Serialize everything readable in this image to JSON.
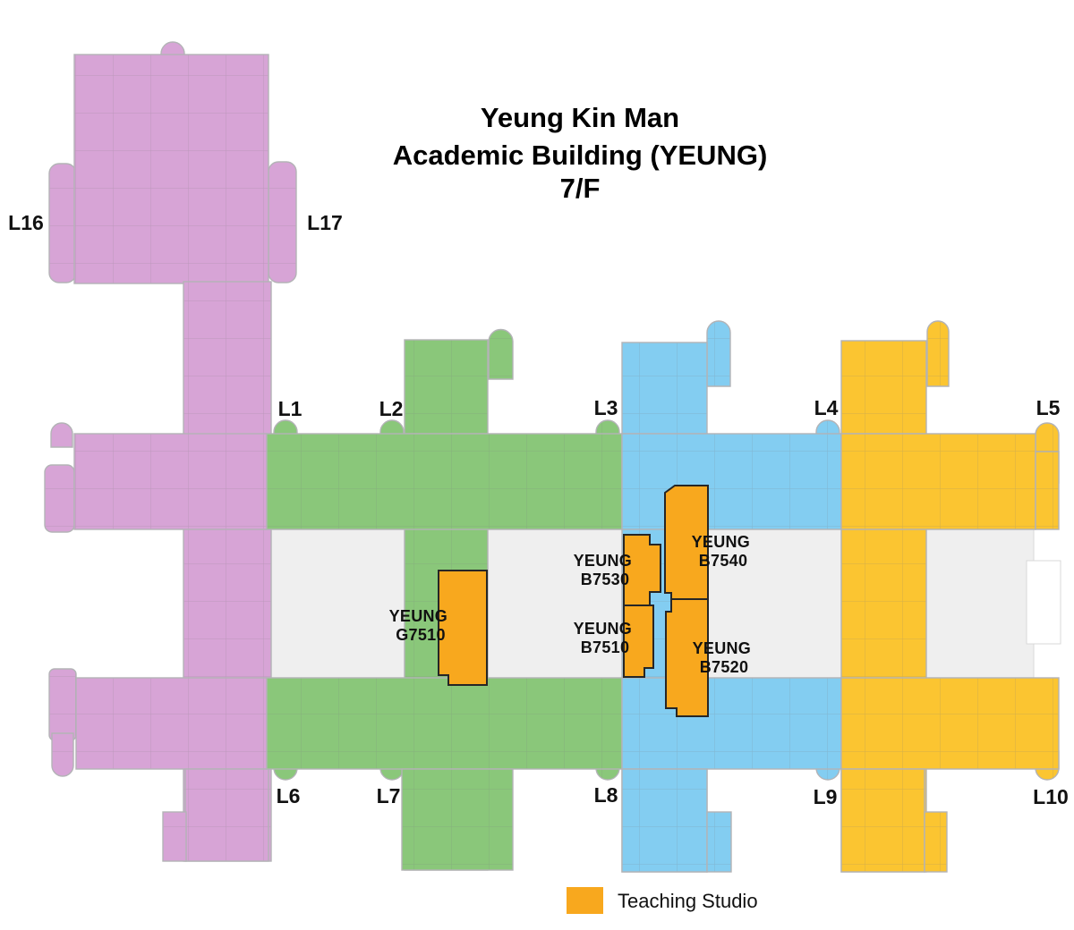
{
  "title": {
    "line1": "Yeung Kin Man",
    "line2": "Academic Building (YEUNG)",
    "line3": "7/F"
  },
  "legend": {
    "label": "Teaching Studio"
  },
  "colors": {
    "purple": "#D7A4D6",
    "green": "#8AC77A",
    "blue": "#83CDF1",
    "yellow": "#FBC531",
    "studio": "#F8A81E",
    "void": "#EFEFEF",
    "white": "#FFFFFF"
  },
  "lifts": [
    {
      "label": "L16"
    },
    {
      "label": "L17"
    },
    {
      "label": "L1"
    },
    {
      "label": "L2"
    },
    {
      "label": "L3"
    },
    {
      "label": "L4"
    },
    {
      "label": "L5"
    },
    {
      "label": "L6"
    },
    {
      "label": "L7"
    },
    {
      "label": "L8"
    },
    {
      "label": "L9"
    },
    {
      "label": "L10"
    }
  ],
  "rooms": [
    {
      "line1": "YEUNG",
      "line2": "G7510"
    },
    {
      "line1": "YEUNG",
      "line2": "B7530"
    },
    {
      "line1": "YEUNG",
      "line2": "B7540"
    },
    {
      "line1": "YEUNG",
      "line2": "B7510"
    },
    {
      "line1": "YEUNG",
      "line2": "B7520"
    }
  ]
}
